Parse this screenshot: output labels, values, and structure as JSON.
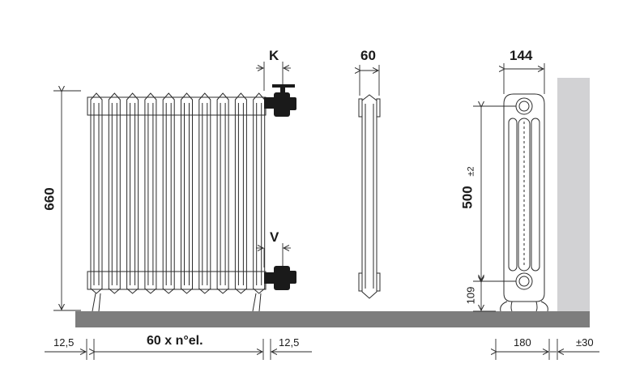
{
  "labels": {
    "k": "K",
    "v": "V",
    "height_total": "660",
    "section_depth": "60",
    "width_depth": "144",
    "center_distance": "500",
    "tolerance_500": "±2",
    "bottom_offset": "109",
    "left_margin": "12,5",
    "body_width": "60 x n°el.",
    "right_margin": "12,5",
    "wall_distance": "180",
    "wall_tolerance": "±30"
  },
  "colors": {
    "floor": "#7d7d7d",
    "wall": "#d2d2d4",
    "line": "#2b2b2b",
    "valve": "#1a1a1a"
  }
}
